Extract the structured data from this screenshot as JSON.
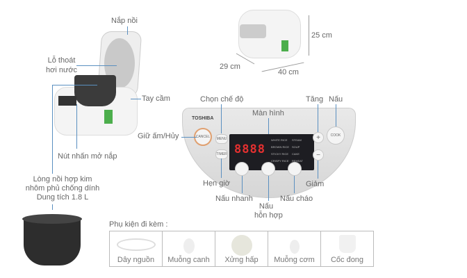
{
  "callouts": {
    "lid": "Nắp nồi",
    "vent": [
      "Lỗ thoát",
      "hơi nước"
    ],
    "handle": "Tay cầm",
    "lid_release": "Nút nhấn mở nắp",
    "inner_pot": [
      "Lòng nồi hợp kim",
      "nhôm phủ chống dính",
      "Dung tích 1.8 L"
    ],
    "menu": "Chọn chế độ",
    "display": "Màn hình",
    "increase": "Tăng",
    "cook": "Nấu",
    "keep_warm": "Giữ ấm/Hủy",
    "timer": "Hẹn giờ",
    "quick_cook": "Nấu nhanh",
    "mixed": [
      "Nấu",
      "hỗn hợp"
    ],
    "porridge": "Nấu cháo",
    "decrease": "Giảm"
  },
  "dimensions": {
    "height": "25 cm",
    "depth": "29 cm",
    "width": "40 cm"
  },
  "panel": {
    "brand": "TOSHIBA",
    "cancel": "CANCEL",
    "menu": "MENU",
    "timer": "TIMER",
    "cook": "COOK",
    "digits": "8888",
    "modes": [
      "WHITE RICE",
      "STEAM",
      "BROWN RICE",
      "SOUP",
      "STICKY RICE",
      "CAKE",
      "CRISPY RICE",
      "REHEAT"
    ]
  },
  "accessories": {
    "title": "Phụ kiện đi kèm :",
    "items": [
      "Dây nguồn",
      "Muỗng canh",
      "Xửng hấp",
      "Muỗng cơm",
      "Cốc đong"
    ]
  },
  "colors": {
    "callout_line": "#5a8fc0",
    "display_digits": "#e53030"
  }
}
